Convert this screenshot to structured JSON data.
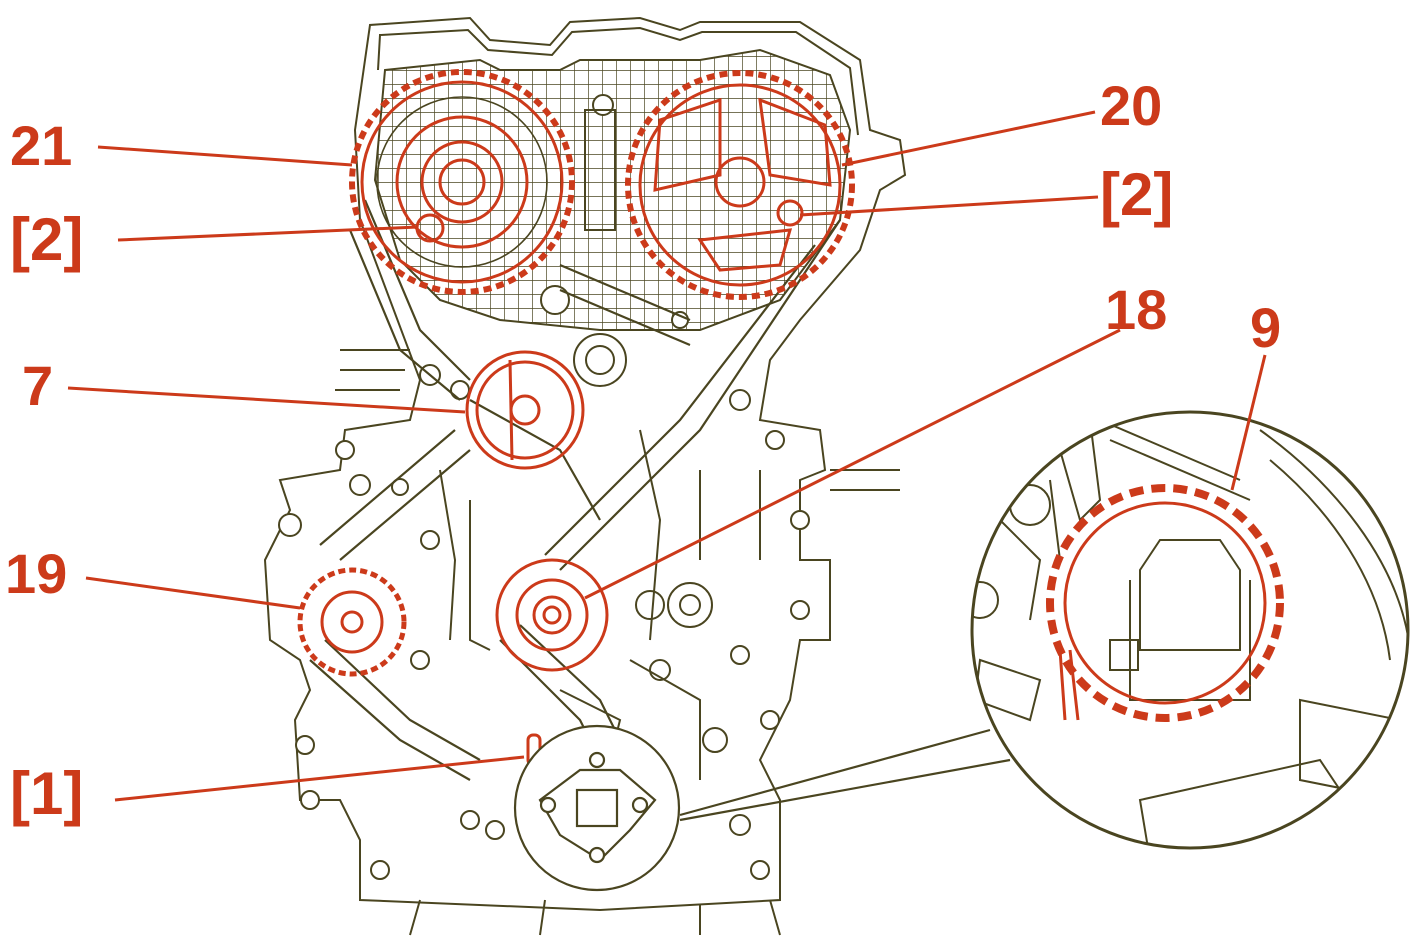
{
  "colors": {
    "line_art": "#4a4520",
    "highlight": "#cc3a1a",
    "background": "#ffffff"
  },
  "callouts": {
    "c21": "21",
    "c2_left": "[2]",
    "c20": "20",
    "c2_right": "[2]",
    "c18": "18",
    "c9": "9",
    "c7": "7",
    "c19": "19",
    "c1": "[1]"
  }
}
